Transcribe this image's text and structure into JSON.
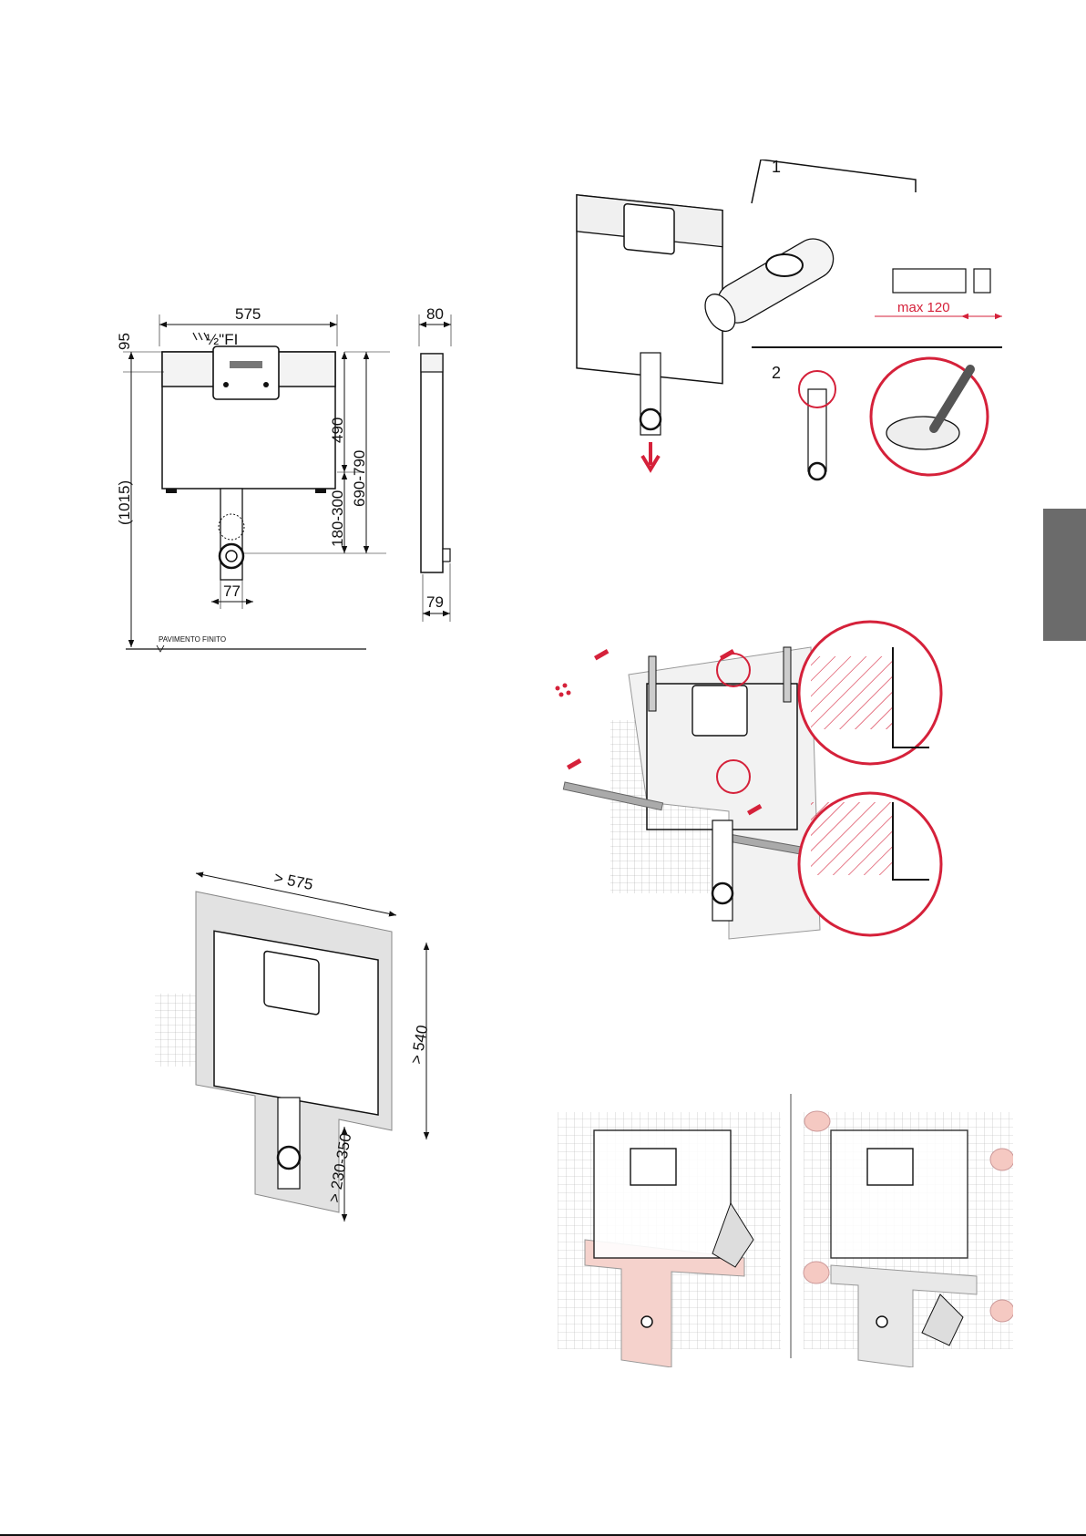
{
  "dimension_drawing": {
    "width": "575",
    "depth": "80",
    "inlet": "½\"FI",
    "top": "95",
    "tank_height": "490",
    "total_height": "690-790",
    "flush_height": "180-300",
    "overall": "(1015)",
    "pipe_offset": "77",
    "pipe_depth": "79",
    "floor": "PAVIMENTO FINITO"
  },
  "niche_drawing": {
    "width": "> 575",
    "height": "> 540",
    "pipe_depth": "> 230-350"
  },
  "pipe_cut": {
    "step1": "1",
    "step2": "2",
    "max_cut": "max 120"
  },
  "colors": {
    "accent": "#d5213a",
    "tab": "#6b6b6b"
  }
}
